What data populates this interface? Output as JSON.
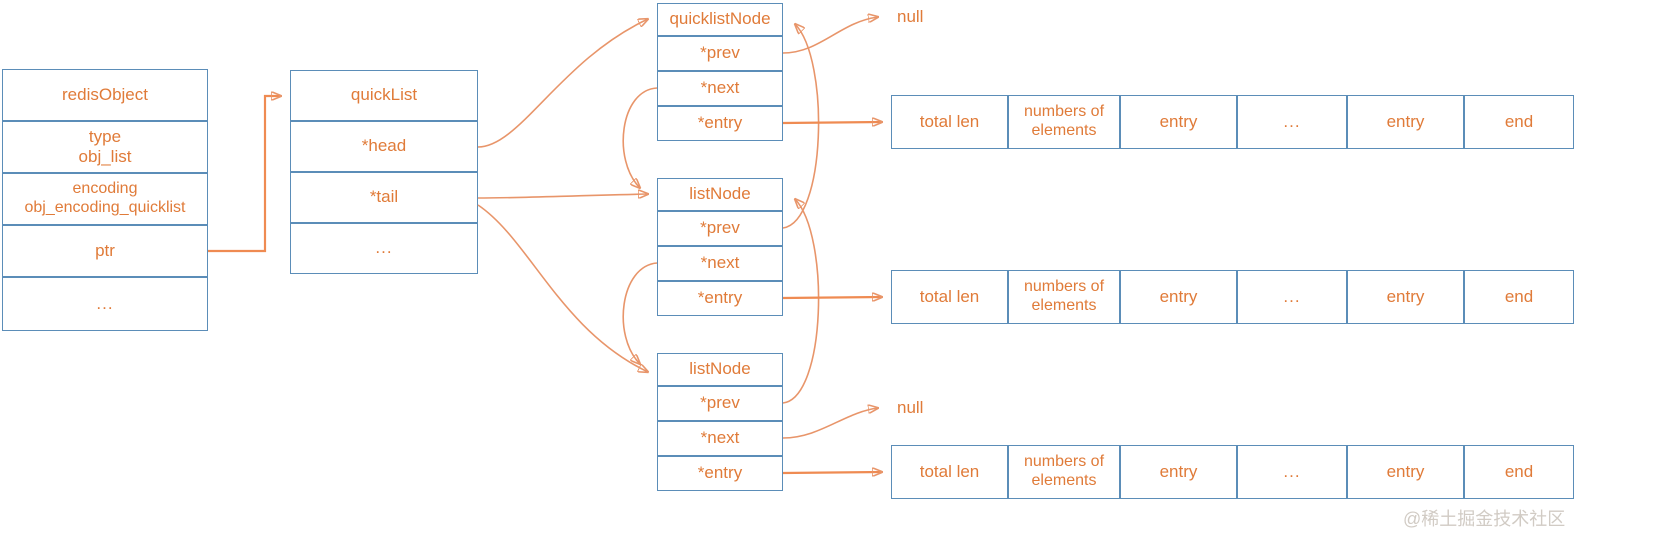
{
  "diagram": {
    "title_semantics": "redis quicklist structure diagram",
    "colors": {
      "border": "#5b8db8",
      "text": "#e07b39",
      "arrow": "#e8956a",
      "arrow_head": "#ef8b52",
      "background": "#ffffff",
      "watermark": "#c9c2ba"
    },
    "redis_object": {
      "rows": [
        "redisObject",
        "type\nobj_list",
        "encoding\nobj_encoding_quicklist",
        "ptr",
        "..."
      ]
    },
    "quicklist": {
      "rows": [
        "quickList",
        "*head",
        "*tail",
        "..."
      ]
    },
    "nodes": [
      {
        "rows": [
          "quicklistNode",
          "*prev",
          "*next",
          "*entry"
        ]
      },
      {
        "rows": [
          "listNode",
          "*prev",
          "*next",
          "*entry"
        ]
      },
      {
        "rows": [
          "listNode",
          "*prev",
          "*next",
          "*entry"
        ]
      }
    ],
    "ziplists": [
      {
        "cells": [
          "total len",
          "numbers of\nelements",
          "entry",
          "...",
          "entry",
          "end"
        ]
      },
      {
        "cells": [
          "total len",
          "numbers of\nelements",
          "entry",
          "...",
          "entry",
          "end"
        ]
      },
      {
        "cells": [
          "total len",
          "numbers of\nelements",
          "entry",
          "...",
          "entry",
          "end"
        ]
      }
    ],
    "null_labels": [
      "null",
      "null"
    ],
    "watermark": "@稀土掘金技术社区"
  }
}
